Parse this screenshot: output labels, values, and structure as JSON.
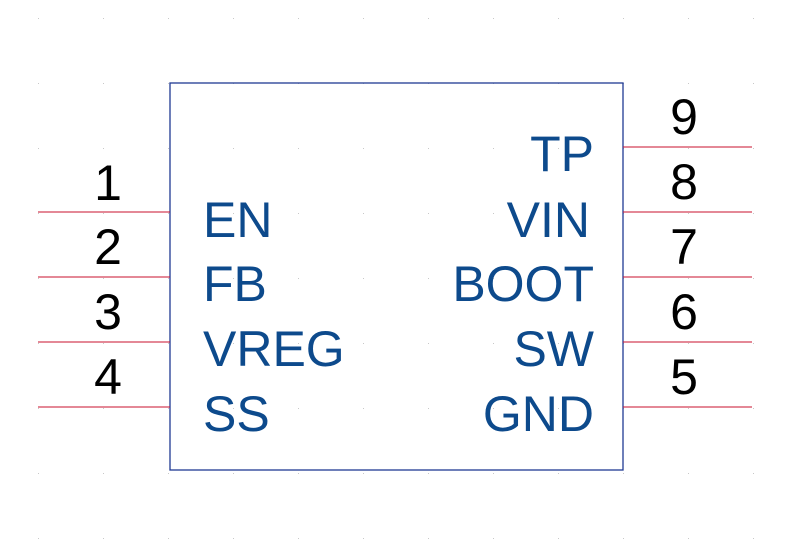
{
  "colors": {
    "body_outline": "#1f3a93",
    "pin_line": "#c8102e",
    "pin_name": "#0d4a8c",
    "pin_number": "#000000",
    "grid_dot": "#c8c8c8"
  },
  "pins": {
    "left": [
      {
        "number": "1",
        "name": "EN"
      },
      {
        "number": "2",
        "name": "FB"
      },
      {
        "number": "3",
        "name": "VREG"
      },
      {
        "number": "4",
        "name": "SS"
      }
    ],
    "right": [
      {
        "number": "9",
        "name": "TP"
      },
      {
        "number": "8",
        "name": "VIN"
      },
      {
        "number": "7",
        "name": "BOOT"
      },
      {
        "number": "6",
        "name": "SW"
      },
      {
        "number": "5",
        "name": "GND"
      }
    ]
  }
}
